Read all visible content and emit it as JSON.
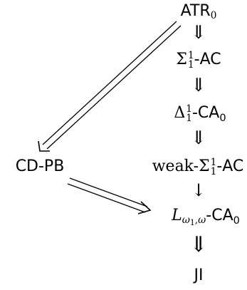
{
  "nodes": {
    "atr0": {
      "base": "ATR",
      "sub": "0"
    },
    "sigma_ac": {
      "sym": "Σ",
      "sup": "1",
      "sub": "1",
      "suffix": "-AC"
    },
    "delta_ca0": {
      "sym": "Δ",
      "sup": "1",
      "sub": "1",
      "suffix": "-CA",
      "suffix_sub": "0"
    },
    "weak_sigma_ac": {
      "prefix": "weak-",
      "sym": "Σ",
      "sup": "1",
      "sub": "1",
      "suffix": "-AC"
    },
    "l_ca0": {
      "sym": "L",
      "sub_omega1": "ω",
      "sub_omega1_sub": "1",
      "sub_sep": ",",
      "sub_omega": "ω",
      "suffix": "-CA",
      "suffix_sub": "0"
    },
    "ji": {
      "label": "JI"
    },
    "cdpb": {
      "label": "CD-PB"
    }
  },
  "arrows": {
    "strong": "⇓",
    "weak": "↓"
  },
  "edges": [
    {
      "from": "ATR0",
      "to": "Σ11-AC",
      "kind": "double"
    },
    {
      "from": "Σ11-AC",
      "to": "Δ11-CA0",
      "kind": "double"
    },
    {
      "from": "Δ11-CA0",
      "to": "weak-Σ11-AC",
      "kind": "double"
    },
    {
      "from": "weak-Σ11-AC",
      "to": "Lω1,ω-CA0",
      "kind": "single"
    },
    {
      "from": "Lω1,ω-CA0",
      "to": "JI",
      "kind": "double"
    },
    {
      "from": "ATR0",
      "to": "CD-PB",
      "kind": "double-diagonal"
    },
    {
      "from": "CD-PB",
      "to": "Lω1,ω-CA0",
      "kind": "double-diagonal"
    }
  ]
}
